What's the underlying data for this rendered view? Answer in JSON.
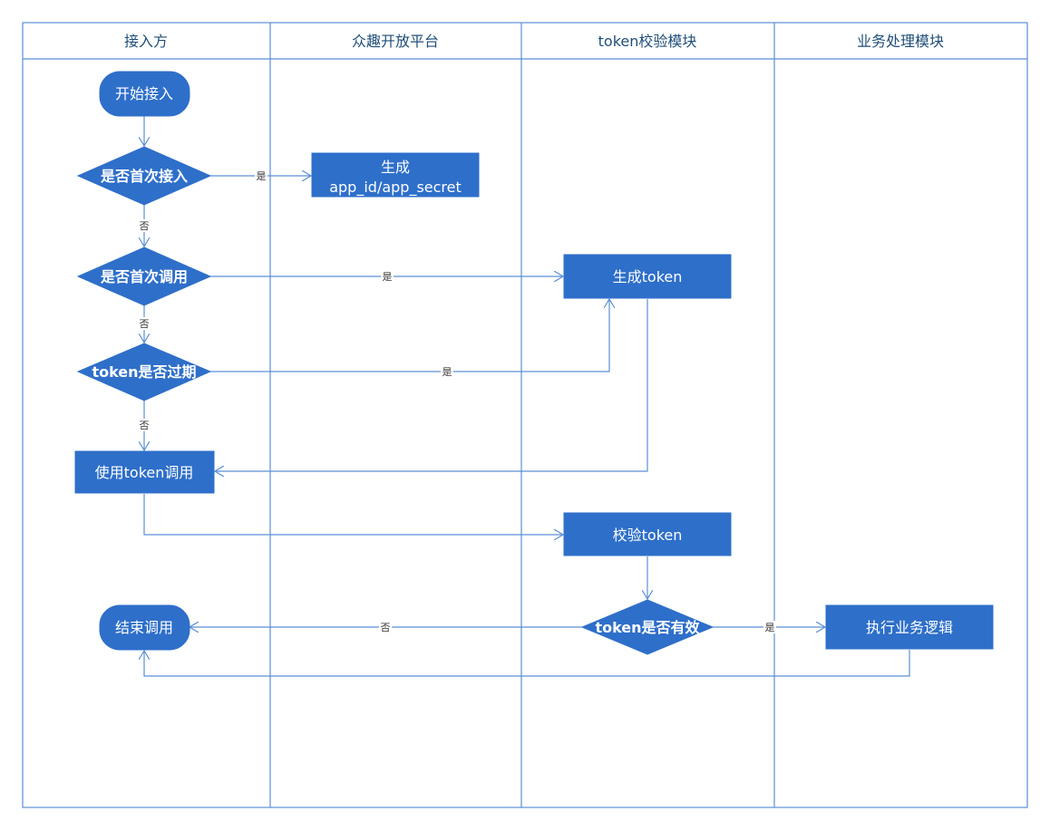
{
  "lanes": [
    {
      "title": "接入方"
    },
    {
      "title": "众趣开放平台"
    },
    {
      "title": "token校验模块"
    },
    {
      "title": "业务处理模块"
    }
  ],
  "nodes": {
    "start": "开始接入",
    "first_access": "是否首次接入",
    "generate_credentials_line1": "生成",
    "generate_credentials_line2": "app_id/app_secret",
    "first_call": "是否首次调用",
    "generate_token": "生成token",
    "token_expired": "token是否过期",
    "use_token": "使用token调用",
    "verify_token": "校验token",
    "token_valid": "token是否有效",
    "end_call": "结束调用",
    "execute_logic": "执行业务逻辑"
  },
  "edge_labels": {
    "yes": "是",
    "no": "否"
  },
  "colors": {
    "node_fill": "#2e6fca",
    "line": "#5b8fd6",
    "lane_border": "#5b8fd6",
    "lane_title": "#1f4e79"
  }
}
